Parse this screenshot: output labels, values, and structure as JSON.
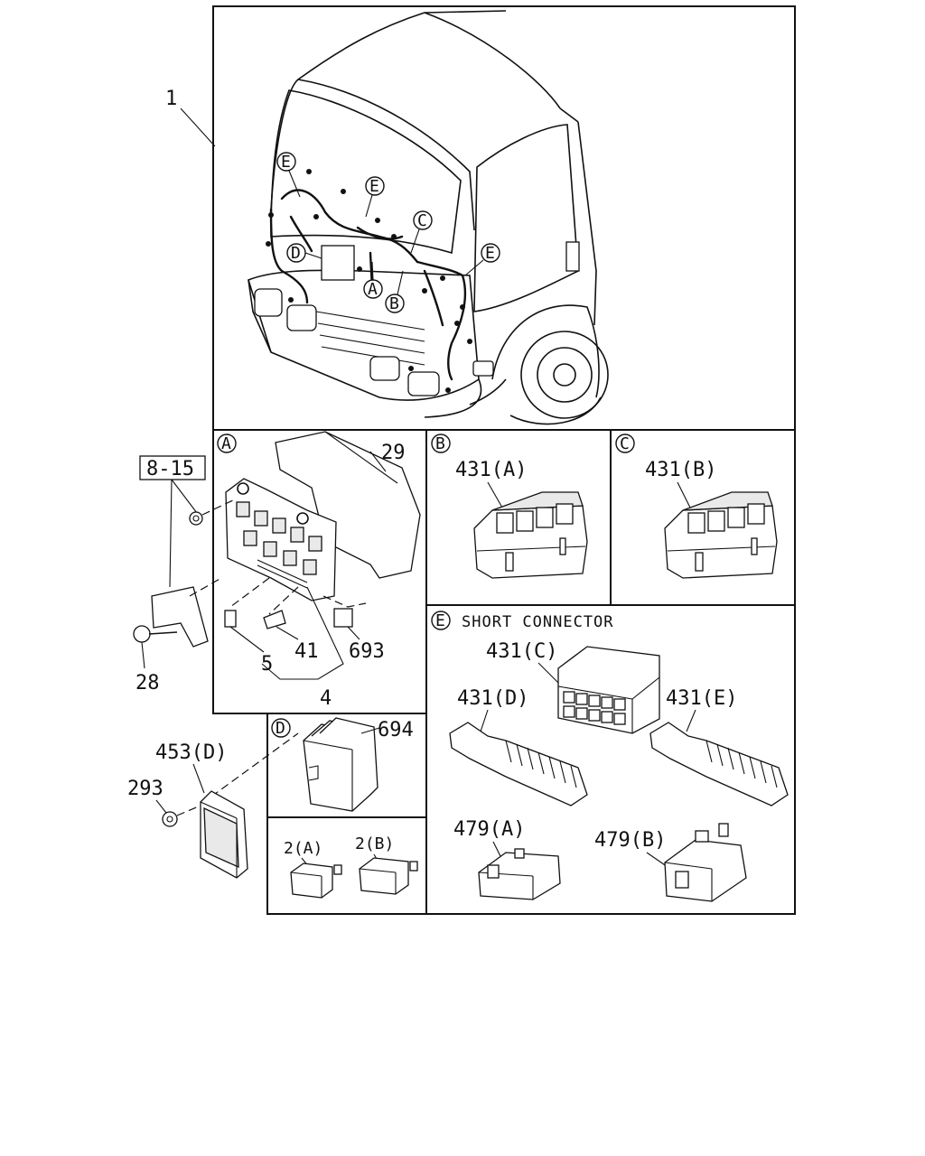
{
  "callouts": {
    "harness": "1",
    "holder_ref": "8-15",
    "bolt": "28",
    "relay_box_cover": "29",
    "fuse_small": "5",
    "fuse_mid": "41",
    "relay_693": "693",
    "fuse_set": "4",
    "controller_453": "453(D)",
    "nut_293": "293",
    "module_694": "694",
    "relay_2a": "2(A)",
    "relay_2b": "2(B)",
    "conn_431a": "431(A)",
    "conn_431b": "431(B)",
    "conn_431c": "431(C)",
    "conn_431d": "431(D)",
    "conn_431e": "431(E)",
    "conn_479a": "479(A)",
    "conn_479b": "479(B)"
  },
  "markers": {
    "a": "A",
    "b": "B",
    "c": "C",
    "d": "D",
    "e": "E"
  },
  "panels": {
    "e_title": "SHORT CONNECTOR"
  }
}
